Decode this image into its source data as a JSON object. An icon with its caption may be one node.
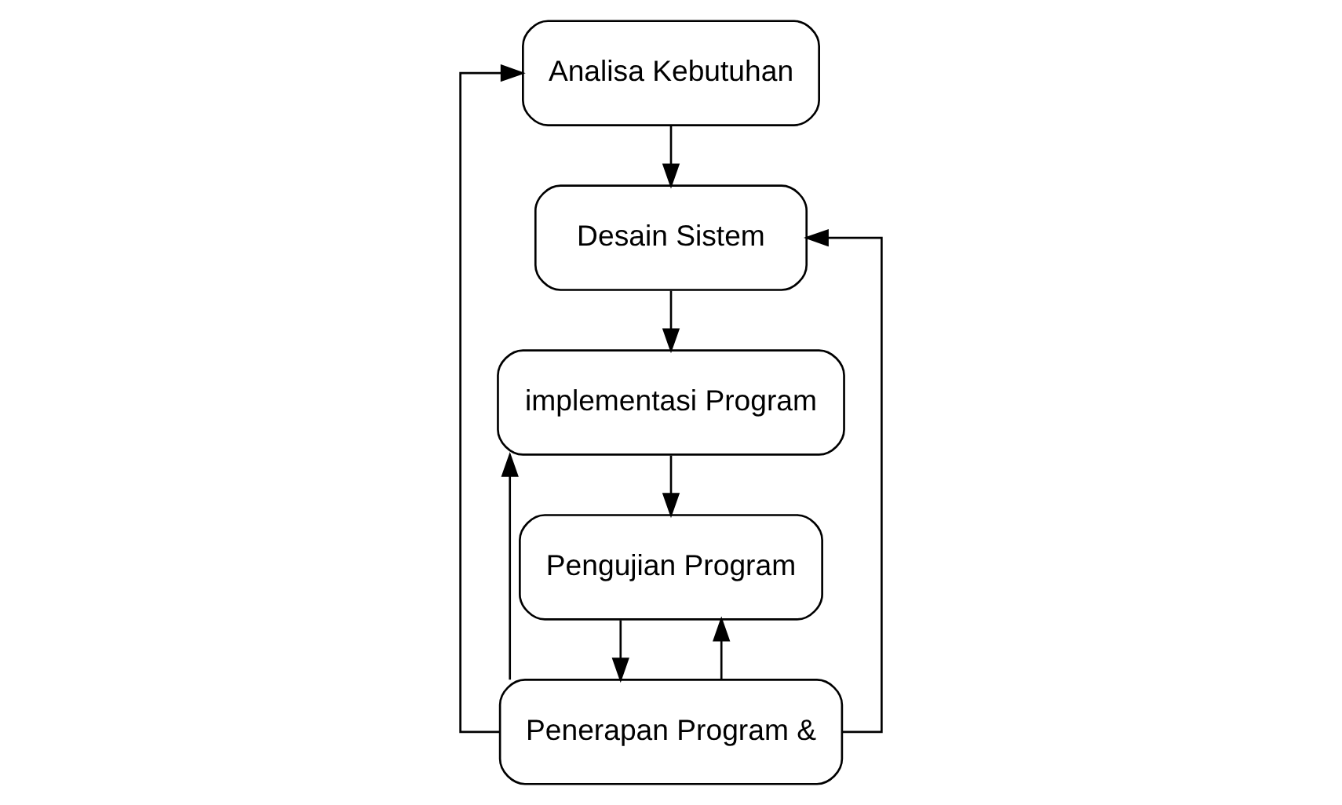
{
  "diagram": {
    "nodes": [
      {
        "text": [
          "Analisa Kebutuhan"
        ]
      },
      {
        "text": [
          "Desain Sistem"
        ]
      },
      {
        "text": [
          "implementasi Program"
        ]
      },
      {
        "text": [
          "Pengujian Program"
        ]
      },
      {
        "text": [
          "Penerapan Program &"
        ]
      }
    ],
    "edges": [
      {
        "from": 0,
        "to": 1,
        "arrow": "to"
      },
      {
        "from": 1,
        "to": 2,
        "arrow": "to"
      },
      {
        "from": 2,
        "to": 3,
        "arrow": "to"
      },
      {
        "from": 3,
        "to": 4,
        "arrow": "to"
      },
      {
        "from": 4,
        "to": 0,
        "arrow": "to"
      },
      {
        "from": 4,
        "to": 1,
        "arrow": "to"
      },
      {
        "from": 4,
        "to": 2,
        "arrow": "to"
      },
      {
        "from": 4,
        "to": 3,
        "arrow": "to"
      }
    ]
  }
}
